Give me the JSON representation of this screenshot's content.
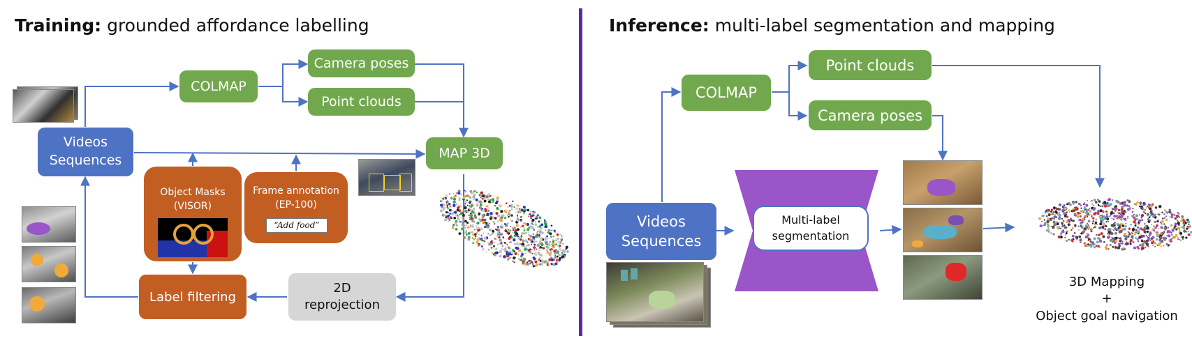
{
  "left": {
    "title_bold": "Training:",
    "title_rest": " grounded affordance labelling",
    "colmap": "COLMAP",
    "camera_poses": "Camera poses",
    "point_clouds": "Point clouds",
    "videos_line1": "Videos",
    "videos_line2": "Sequences",
    "map3d": "MAP 3D",
    "object_masks_line1": "Object Masks",
    "object_masks_line2": "(VISOR)",
    "frame_ann_line1": "Frame annotation",
    "frame_ann_line2": "(EP-100)",
    "frame_ann_quote": "“Add food”",
    "label_filtering": "Label filtering",
    "reprojection_line1": "2D",
    "reprojection_line2": "reprojection"
  },
  "right": {
    "title_bold": "Inference:",
    "title_rest": " multi-label segmentation and mapping",
    "colmap": "COLMAP",
    "point_clouds": "Point clouds",
    "camera_poses": "Camera poses",
    "videos_line1": "Videos",
    "videos_line2": "Sequences",
    "seg_line1": "Multi-label",
    "seg_line2": "segmentation",
    "mapping_line1": "3D Mapping",
    "mapping_line2": "+",
    "mapping_line3": "Object goal navigation"
  },
  "colors": {
    "green": "#72a84d",
    "blue": "#4f73c4",
    "orange": "#c35e22",
    "gray": "#d6d6d6",
    "purple": "#9a55c9",
    "divider": "#5b2d9e",
    "arrow": "#4f73c4"
  }
}
